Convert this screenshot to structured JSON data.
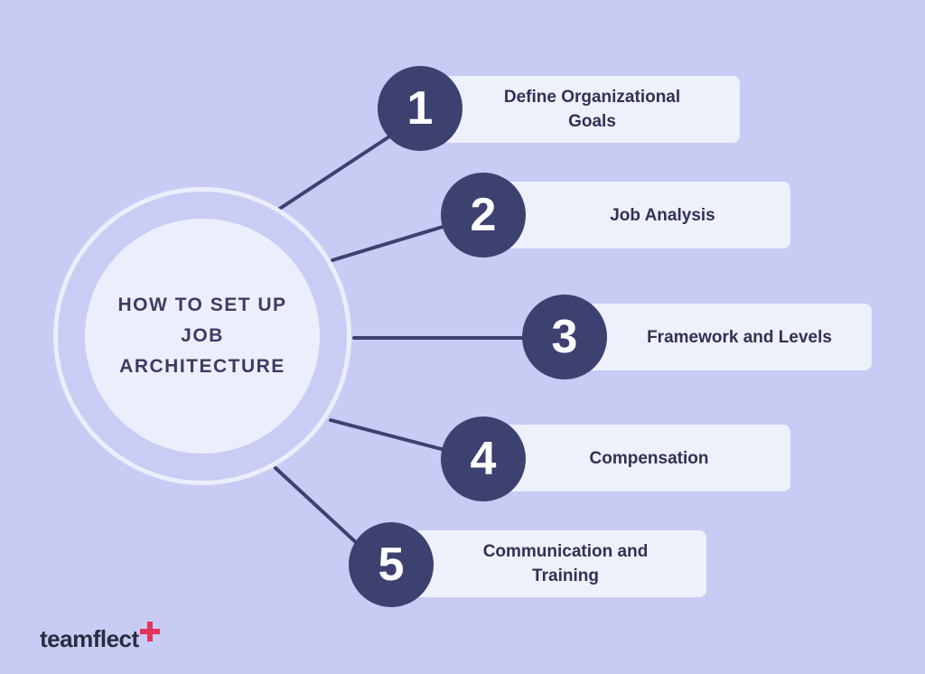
{
  "hub": {
    "title": "HOW TO SET UP JOB ARCHITECTURE"
  },
  "steps": [
    {
      "number": "1",
      "label": "Define Organizational Goals"
    },
    {
      "number": "2",
      "label": "Job Analysis"
    },
    {
      "number": "3",
      "label": "Framework and Levels"
    },
    {
      "number": "4",
      "label": "Compensation"
    },
    {
      "number": "5",
      "label": "Communication and Training"
    }
  ],
  "logo": {
    "text": "teamflect",
    "plus_color": "#e0345d"
  },
  "colors": {
    "background": "#c8ccf4",
    "badge": "#3d4170",
    "card": "#eef0fc",
    "hub": "#eceefb",
    "connector": "#3d4170"
  }
}
